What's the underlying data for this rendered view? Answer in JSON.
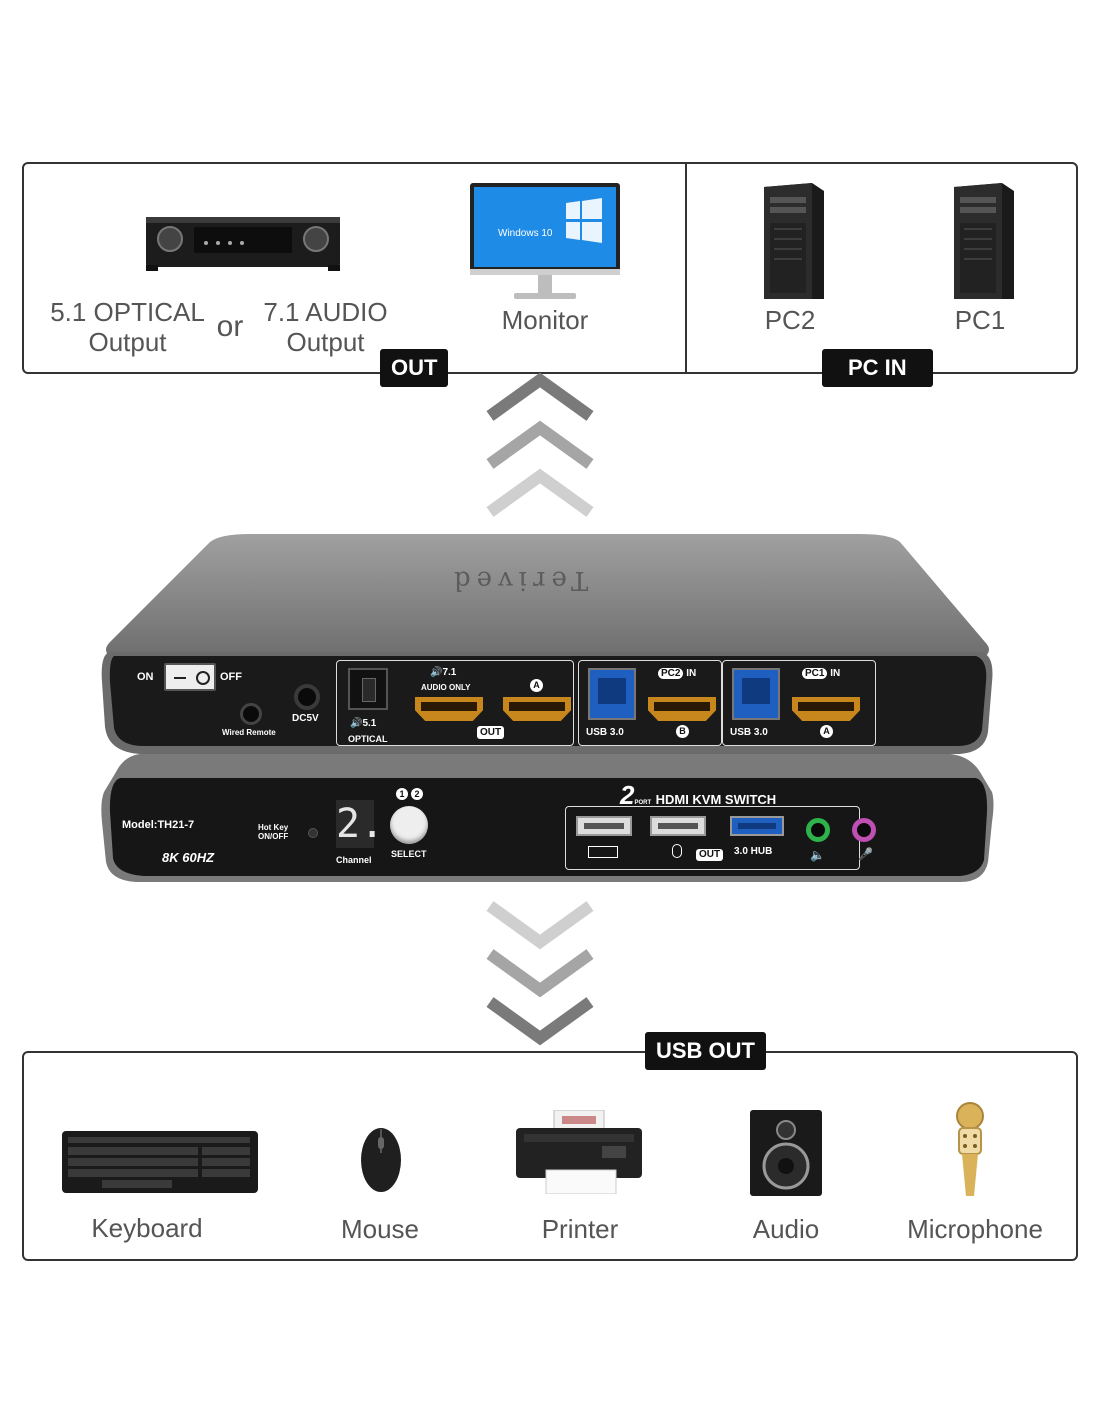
{
  "top_panel": {
    "out_tag": "OUT",
    "pcin_tag": "PC IN",
    "receiver_label_1_line1": "5.1 OPTICAL",
    "receiver_label_1_line2": "Output",
    "or_label": "or",
    "receiver_label_2_line1": "7.1 AUDIO",
    "receiver_label_2_line2": "Output",
    "monitor_label": "Monitor",
    "monitor_screen_text": "Windows 10",
    "pc2_label": "PC2",
    "pc1_label": "PC1"
  },
  "device": {
    "brand": "Terived",
    "back_panel": {
      "on": "ON",
      "off": "OFF",
      "dc5v": "DC5V",
      "wired_remote": "Wired Remote",
      "audio_71": "7.1",
      "audio_only": "AUDIO ONLY",
      "optical_51": "5.1",
      "optical": "OPTICAL",
      "out": "OUT",
      "port_a": "A",
      "port_b": "B",
      "usb30_1": "USB 3.0",
      "usb30_2": "USB 3.0",
      "pc2_in": "PC2",
      "pc1_in": "PC1",
      "in": "IN"
    },
    "front_panel": {
      "model": "Model:TH21-7",
      "spec": "8K 60HZ",
      "hotkey_line1": "Hot Key",
      "hotkey_line2": "ON/OFF",
      "channel_digit": "2.",
      "channel": "Channel",
      "select": "SELECT",
      "ch1": "1",
      "ch2": "2",
      "title_num": "2",
      "title_port": "PORT",
      "title": "HDMI KVM SWITCH",
      "out": "OUT",
      "hub": "3.0 HUB"
    }
  },
  "bottom_panel": {
    "usb_out_tag": "USB OUT",
    "items": [
      {
        "label": "Keyboard"
      },
      {
        "label": "Mouse"
      },
      {
        "label": "Printer"
      },
      {
        "label": "Audio"
      },
      {
        "label": "Microphone"
      }
    ]
  },
  "colors": {
    "tag_bg": "#111111",
    "panel_border": "#333333",
    "device_shell": "#8a8a8a",
    "device_face": "#1a1a1a",
    "usb_blue": "#1f5fbf",
    "hdmi_gold": "#c8871d",
    "green_jack": "#2eb34a",
    "pink_jack": "#c04fb4"
  }
}
